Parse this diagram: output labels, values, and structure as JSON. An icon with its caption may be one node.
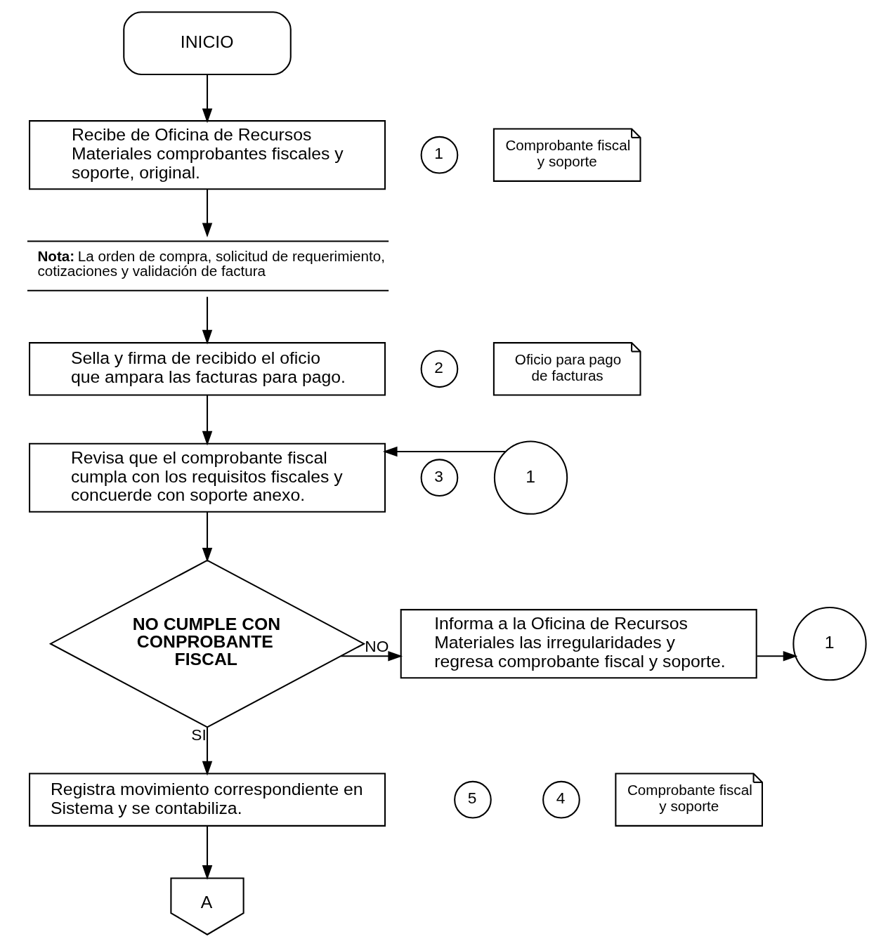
{
  "diagram": {
    "nodes": [
      {
        "text": [
          "INICIO"
        ]
      },
      {
        "text": [
          "1"
        ]
      },
      {
        "text": [
          "Recibe de Oficina de Recursos Materiales comprobantes fiscales y soporte, original."
        ]
      },
      {
        "text": [
          "Comprobante fiscal y soporte"
        ]
      },
      {
        "text": [
          "**Nota:** La orden de compra, solicitud de requerimiento, cotizaciones y validación de factura"
        ]
      },
      {
        "text": [
          "2"
        ]
      },
      {
        "text": [
          "Sella y firma de recibido el oficio que ampara las facturas para pago."
        ]
      },
      {
        "text": [
          "Oficio para pago de facturas"
        ]
      },
      {
        "text": [
          "3"
        ]
      },
      {
        "text": [
          "Revisa que el comprobante fiscal cumpla con los requisitos fiscales y concuerde con soporte anexo."
        ]
      },
      {
        "text": [
          "1"
        ]
      },
      {
        "text": [
          "NO CUMPLE CON CONPROBANTE FISCAL"
        ]
      },
      {
        "text": [
          "4"
        ]
      },
      {
        "text": [
          "Informa a la Oficina de Recursos Materiales las irregularidades y regresa comprobante fiscal y soporte."
        ]
      },
      {
        "text": [
          "1"
        ]
      },
      {
        "text": [
          "Comprobante fiscal y soporte"
        ]
      },
      {
        "text": [
          "5"
        ]
      },
      {
        "text": [
          "Registra movimiento correspondiente en Sistema y se contabiliza."
        ]
      },
      {
        "text": [
          "A"
        ]
      }
    ],
    "edges": [
      {
        "from": 0,
        "to": 2,
        "arrow": "to"
      },
      {
        "from": 2,
        "to": 4,
        "arrow": "to"
      },
      {
        "from": 4,
        "to": 6,
        "arrow": "to"
      },
      {
        "from": 6,
        "to": 9,
        "arrow": "to"
      },
      {
        "from": 10,
        "to": 9,
        "arrow": "to"
      },
      {
        "from": 9,
        "to": 11,
        "arrow": "to"
      },
      {
        "from": 11,
        "to": 13,
        "label": "NO",
        "arrow": "to"
      },
      {
        "from": 13,
        "to": 14,
        "arrow": "to"
      },
      {
        "from": 11,
        "to": 17,
        "label": "SI",
        "arrow": "to"
      },
      {
        "from": 17,
        "to": 18,
        "arrow": "to"
      }
    ]
  }
}
